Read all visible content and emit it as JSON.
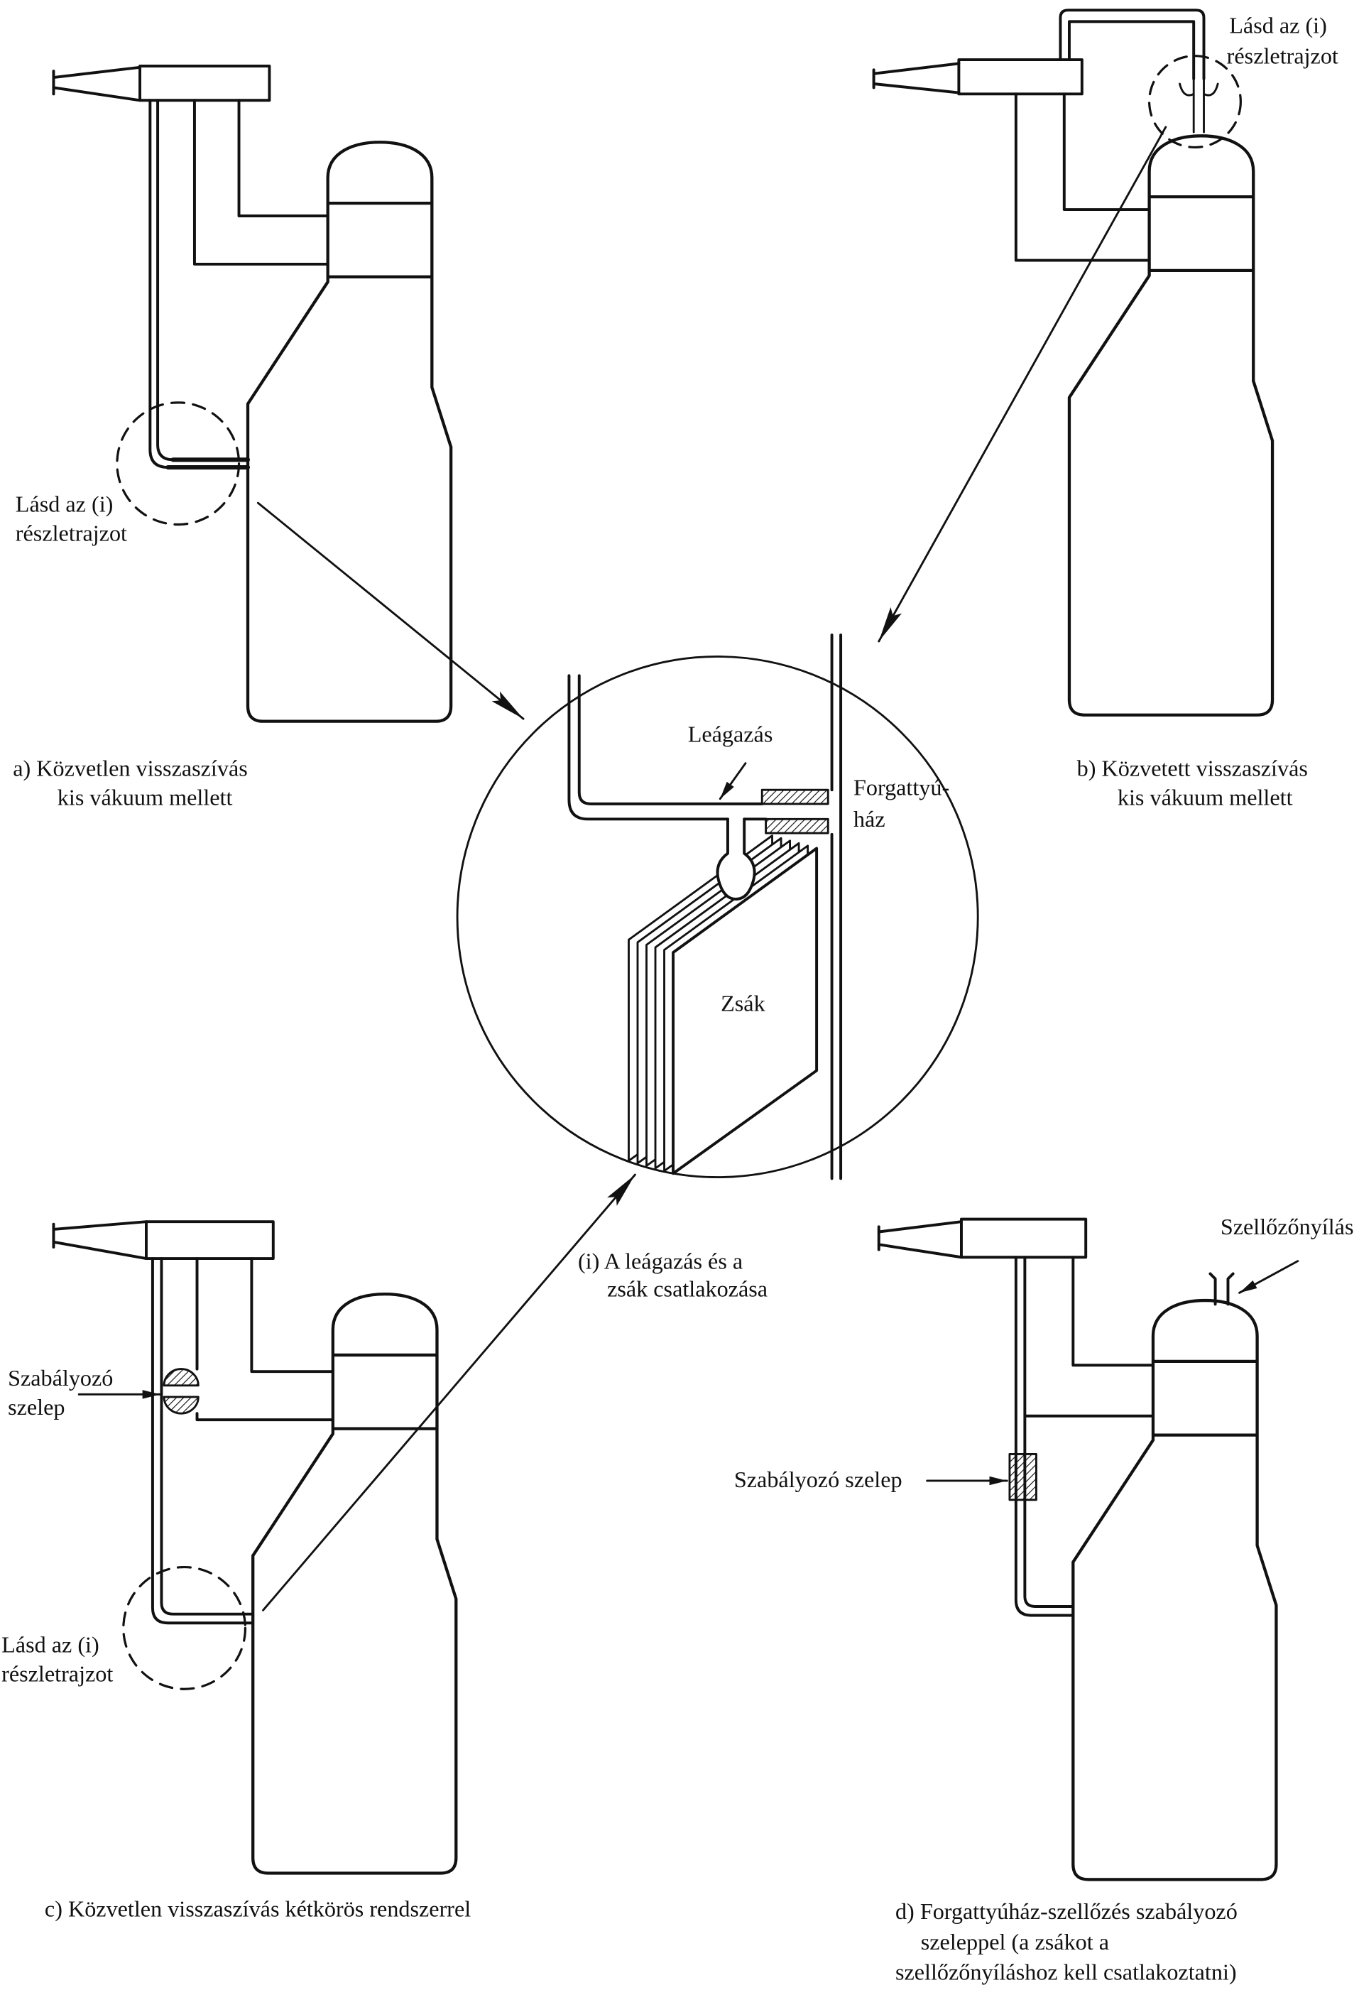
{
  "panels": {
    "a": {
      "caption": [
        "a) Közvetlen visszaszívás",
        "kis vákuum mellett"
      ],
      "callout": [
        "Lásd az (i)",
        "részletrajzot"
      ]
    },
    "b": {
      "caption": [
        "b) Közvetett visszaszívás",
        "kis vákuum mellett"
      ],
      "callout": [
        "Lásd az (i)",
        "részletrajzot"
      ]
    },
    "c": {
      "caption": [
        "c) Közvetlen visszaszívás kétkörös rendszerrel"
      ],
      "callout": [
        "Lásd az (i)",
        "részletrajzot"
      ],
      "valve_label": [
        "Szabályozó",
        "szelep"
      ]
    },
    "d": {
      "caption": [
        "d) Forgattyúház-szellőzés szabályozó",
        "szeleppel (a zsákot a",
        "szellőzőnyíláshoz kell csatlakoztatni)"
      ],
      "vent_label": "Szellőzőnyílás",
      "valve_label": "Szabályozó szelep"
    }
  },
  "detail": {
    "title": [
      "(i) A leágazás és a",
      "zsák csatlakozása"
    ],
    "branch_label": "Leágazás",
    "crankcase_label": [
      "Forgattyú-",
      "ház"
    ],
    "bag_label": "Zsák"
  },
  "colors": {
    "ink": "#111111",
    "paper": "#ffffff"
  }
}
